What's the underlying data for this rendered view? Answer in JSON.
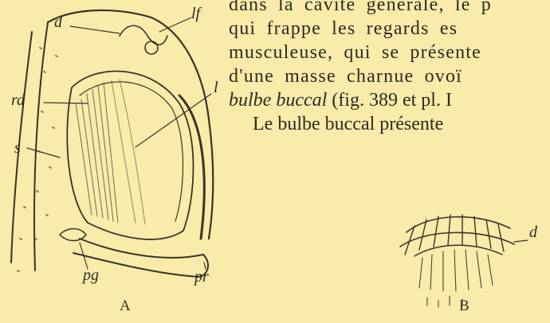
{
  "figures": {
    "a": {
      "caption": "A",
      "labels": {
        "d": "d",
        "lf": "lf",
        "rd": "rd",
        "l": "l",
        "s": "s",
        "pg": "pg",
        "pr": "pr"
      }
    },
    "b": {
      "caption": "B",
      "labels": {
        "d": "d"
      }
    }
  },
  "text": {
    "line1": "dans la cavité générale, le p",
    "line2": "qui frappe les regards es",
    "line3": "musculeuse, qui se présente",
    "line4": "d'une masse charnue ovoï",
    "line5_italic": "bulbe buccal",
    "line5_rest": " (fig. 389 et pl. I",
    "line6": "Le bulbe buccal présente"
  }
}
